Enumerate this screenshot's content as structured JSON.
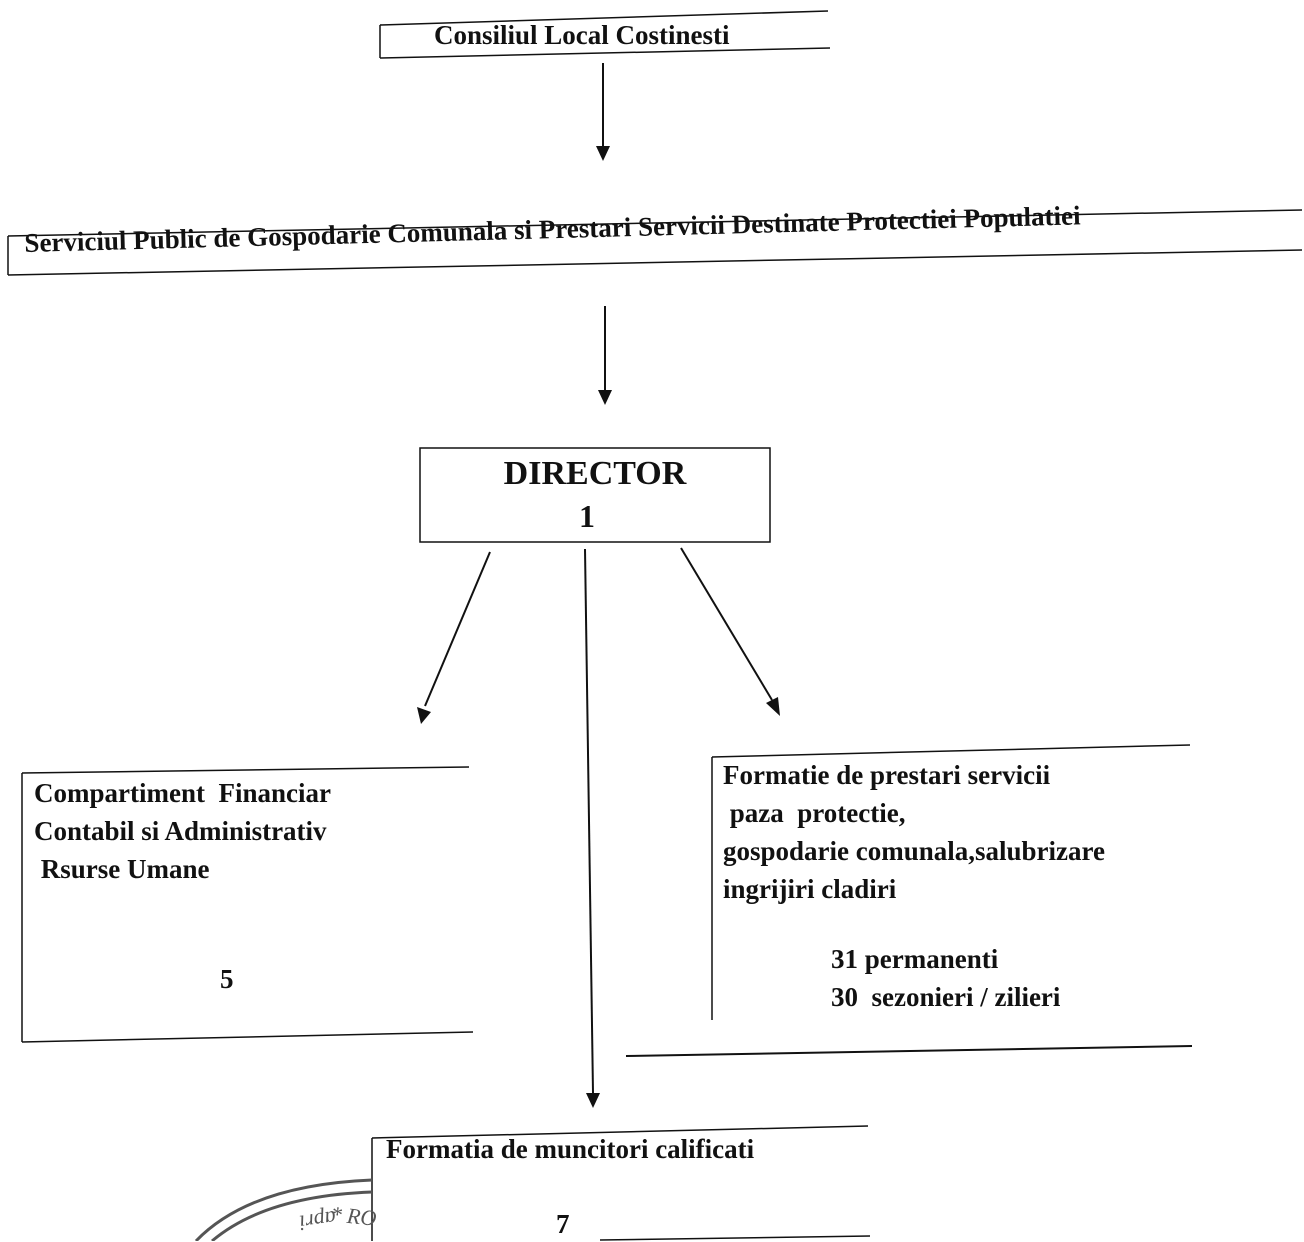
{
  "council": {
    "label": "Consiliul Local Costinesti"
  },
  "service": {
    "label": "Serviciul Public de Gospodarie Comunala si Prestari Servicii Destinate Protectiei Populatiei"
  },
  "director": {
    "title": "DIRECTOR",
    "count": "1"
  },
  "financiar": {
    "lines": [
      "Compartiment  Financiar",
      "Contabil si Administrativ",
      " Rsurse Umane"
    ],
    "count": "5"
  },
  "formatie_prestari": {
    "lines": [
      "Formatie de prestari servicii",
      " paza  protectie,",
      "gospodarie comunala,salubrizare",
      "ingrijiri cladiri"
    ],
    "stats": [
      "31 permanenti",
      "30  sezonieri / zilieri"
    ]
  },
  "muncitori": {
    "label": "Formatia de muncitori calificati",
    "count": "7"
  },
  "stamp": {
    "text": "* RO"
  }
}
